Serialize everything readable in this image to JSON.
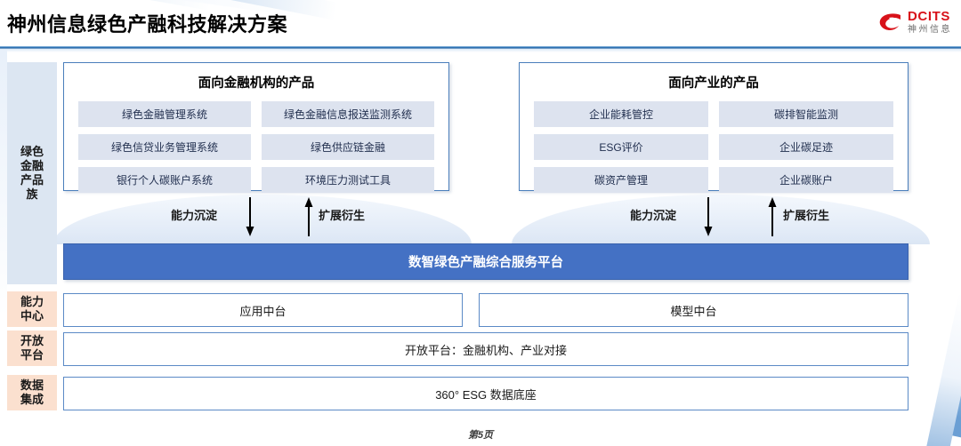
{
  "header": {
    "title": "神州信息绿色产融科技解决方案",
    "logo": {
      "en": "DCITS",
      "cn": "神州信息",
      "mark": "swoosh-icon",
      "color": "#d8121a"
    }
  },
  "sidebar": {
    "items": [
      {
        "id": "products",
        "label": "绿色\n金融\n产品\n族",
        "color": "#dce6f2"
      },
      {
        "id": "center",
        "label": "能力\n中心",
        "color": "#fbe0cf"
      },
      {
        "id": "open",
        "label": "开放\n平台",
        "color": "#fbe0cf"
      },
      {
        "id": "data",
        "label": "数据\n集成",
        "color": "#fbe0cf"
      }
    ]
  },
  "groups": [
    {
      "id": "financial",
      "title": "面向金融机构的产品",
      "items": [
        "绿色金融管理系统",
        "绿色金融信息报送监测系统",
        "绿色信贷业务管理系统",
        "绿色供应链金融",
        "银行个人碳账户系统",
        "环境压力测试工具"
      ]
    },
    {
      "id": "industry",
      "title": "面向产业的产品",
      "items": [
        "企业能耗管控",
        "碳排智能监测",
        "ESG评价",
        "企业碳足迹",
        "碳资产管理",
        "企业碳账户"
      ]
    }
  ],
  "flows": {
    "left": {
      "down_label": "能力沉淀",
      "up_label": "扩展衍生"
    },
    "right": {
      "down_label": "能力沉淀",
      "up_label": "扩展衍生"
    }
  },
  "platform": {
    "label": "数智绿色产融综合服务平台",
    "color": "#4471c4"
  },
  "layers": {
    "middle_office": [
      {
        "id": "app",
        "label": "应用中台"
      },
      {
        "id": "model",
        "label": "模型中台"
      }
    ],
    "open_platform": {
      "label": "开放平台：金融机构、产业对接"
    },
    "data_base": {
      "label": "360° ESG 数据底座"
    }
  },
  "footer": {
    "page": "第5页"
  }
}
